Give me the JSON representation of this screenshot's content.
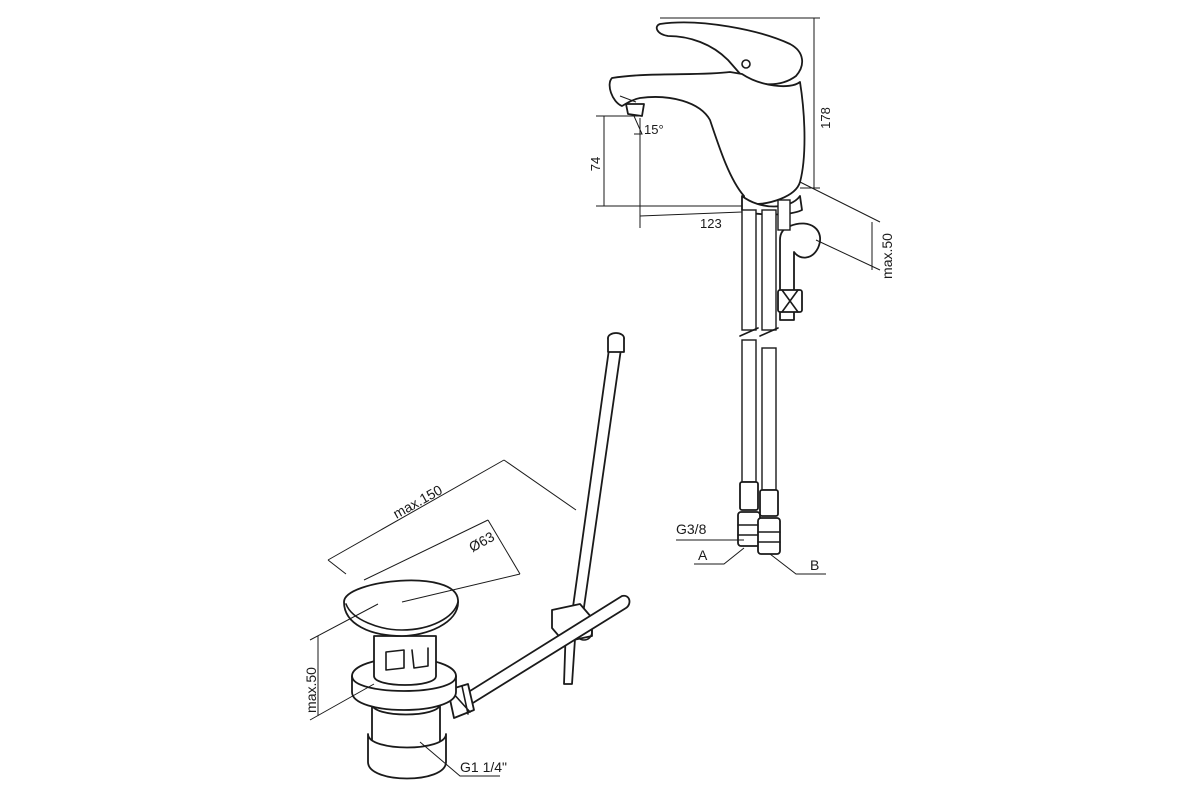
{
  "dimensions": {
    "faucet_height": "178",
    "spout_height": "74",
    "spout_angle": "15°",
    "spout_reach": "123",
    "deck_thickness_faucet": "max.50",
    "thread_hose": "G3/8",
    "hose_a": "A",
    "hose_b": "B",
    "rod_length": "max.150",
    "plug_diameter": "Ø63",
    "deck_thickness_drain": "max.50",
    "drain_thread": "G1 1/4\""
  },
  "colors": {
    "line": "#1a1a1a",
    "background": "#ffffff"
  }
}
